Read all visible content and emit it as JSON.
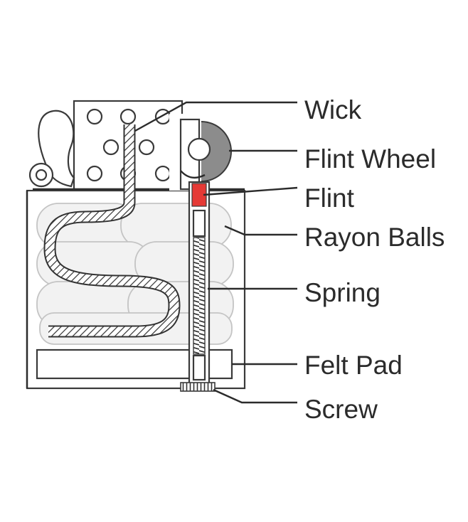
{
  "labels": {
    "wick": "Wick",
    "flint_wheel": "Flint Wheel",
    "flint": "Flint",
    "rayon_balls": "Rayon Balls",
    "spring": "Spring",
    "felt_pad": "Felt Pad",
    "screw": "Screw"
  },
  "colors": {
    "outline": "#3a3a3a",
    "flint": "#e53935",
    "wheel": "#8c8c8c",
    "rayon": "#f1f1f1",
    "text": "#2b2b2b"
  }
}
